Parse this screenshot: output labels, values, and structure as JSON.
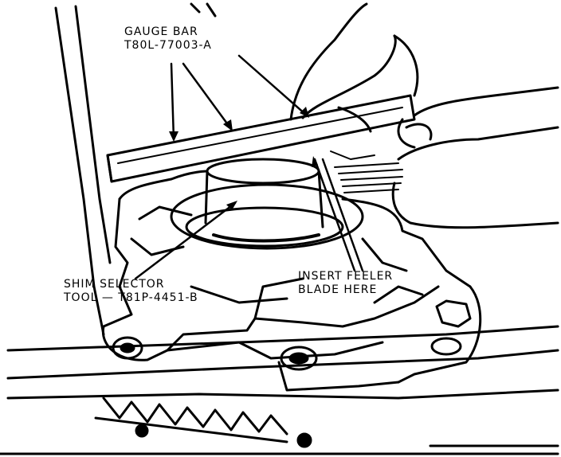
{
  "labels": {
    "gauge_bar": {
      "line1": "GAUGE BAR",
      "line2": "T80L-77003-A"
    },
    "shim_selector": {
      "line1": "SHIM SELECTOR",
      "line2": "TOOL — T81P-4451-B"
    },
    "insert_feeler": {
      "line1": "INSERT FEELER",
      "line2": "BLADE HERE"
    }
  },
  "colors": {
    "ink": "#000000",
    "paper": "#ffffff"
  }
}
